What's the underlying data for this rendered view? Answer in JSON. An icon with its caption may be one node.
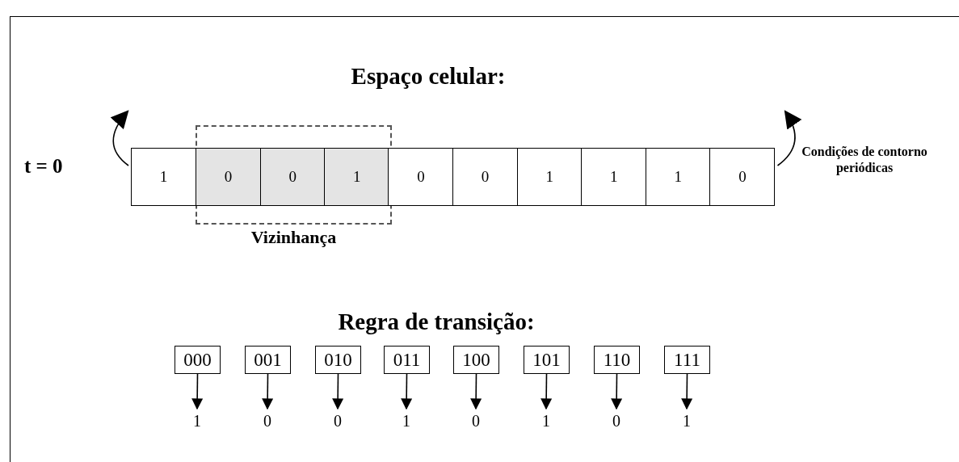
{
  "diagram": {
    "title": "Espaço celular:",
    "nodes": [
      {
        "text": [
          "1"
        ]
      },
      {
        "text": [
          "Vizinhança"
        ]
      },
      {
        "text": [
          "0"
        ],
        "in": 1
      },
      {
        "text": [
          "0"
        ],
        "in": 1
      },
      {
        "text": [
          "1"
        ],
        "in": 1
      },
      {
        "text": [
          "0"
        ]
      },
      {
        "text": [
          "0"
        ]
      },
      {
        "text": [
          "1"
        ]
      },
      {
        "text": [
          "1"
        ]
      },
      {
        "text": [
          "1"
        ]
      },
      {
        "text": [
          "0"
        ]
      },
      {
        "text": [
          "000"
        ]
      },
      {
        "text": [
          "001"
        ]
      },
      {
        "text": [
          "010"
        ]
      },
      {
        "text": [
          "011"
        ]
      },
      {
        "text": [
          "100"
        ]
      },
      {
        "text": [
          "101"
        ]
      },
      {
        "text": [
          "110"
        ]
      },
      {
        "text": [
          "111"
        ]
      },
      {
        "text": [
          "1"
        ]
      },
      {
        "text": [
          "0"
        ]
      },
      {
        "text": [
          "0"
        ]
      },
      {
        "text": [
          "1"
        ]
      },
      {
        "text": [
          "0"
        ]
      },
      {
        "text": [
          "1"
        ]
      },
      {
        "text": [
          "0"
        ]
      },
      {
        "text": [
          "1"
        ]
      }
    ],
    "edges": [
      {
        "from": 0,
        "to": null,
        "arrow": "to"
      },
      {
        "from": 10,
        "to": null,
        "arrow": "to"
      },
      {
        "from": 11,
        "to": 19,
        "arrow": "to"
      },
      {
        "from": 12,
        "to": 20,
        "arrow": "to"
      },
      {
        "from": 13,
        "to": 21,
        "arrow": "to"
      },
      {
        "from": 14,
        "to": 22,
        "arrow": "to"
      },
      {
        "from": 15,
        "to": 23,
        "arrow": "to"
      },
      {
        "from": 16,
        "to": 24,
        "arrow": "to"
      },
      {
        "from": 17,
        "to": 25,
        "arrow": "to"
      },
      {
        "from": 18,
        "to": 26,
        "arrow": "to"
      }
    ],
    "labels": [
      "t = 0",
      "Condições de contorno periódicas",
      "Regra de transição:"
    ]
  }
}
